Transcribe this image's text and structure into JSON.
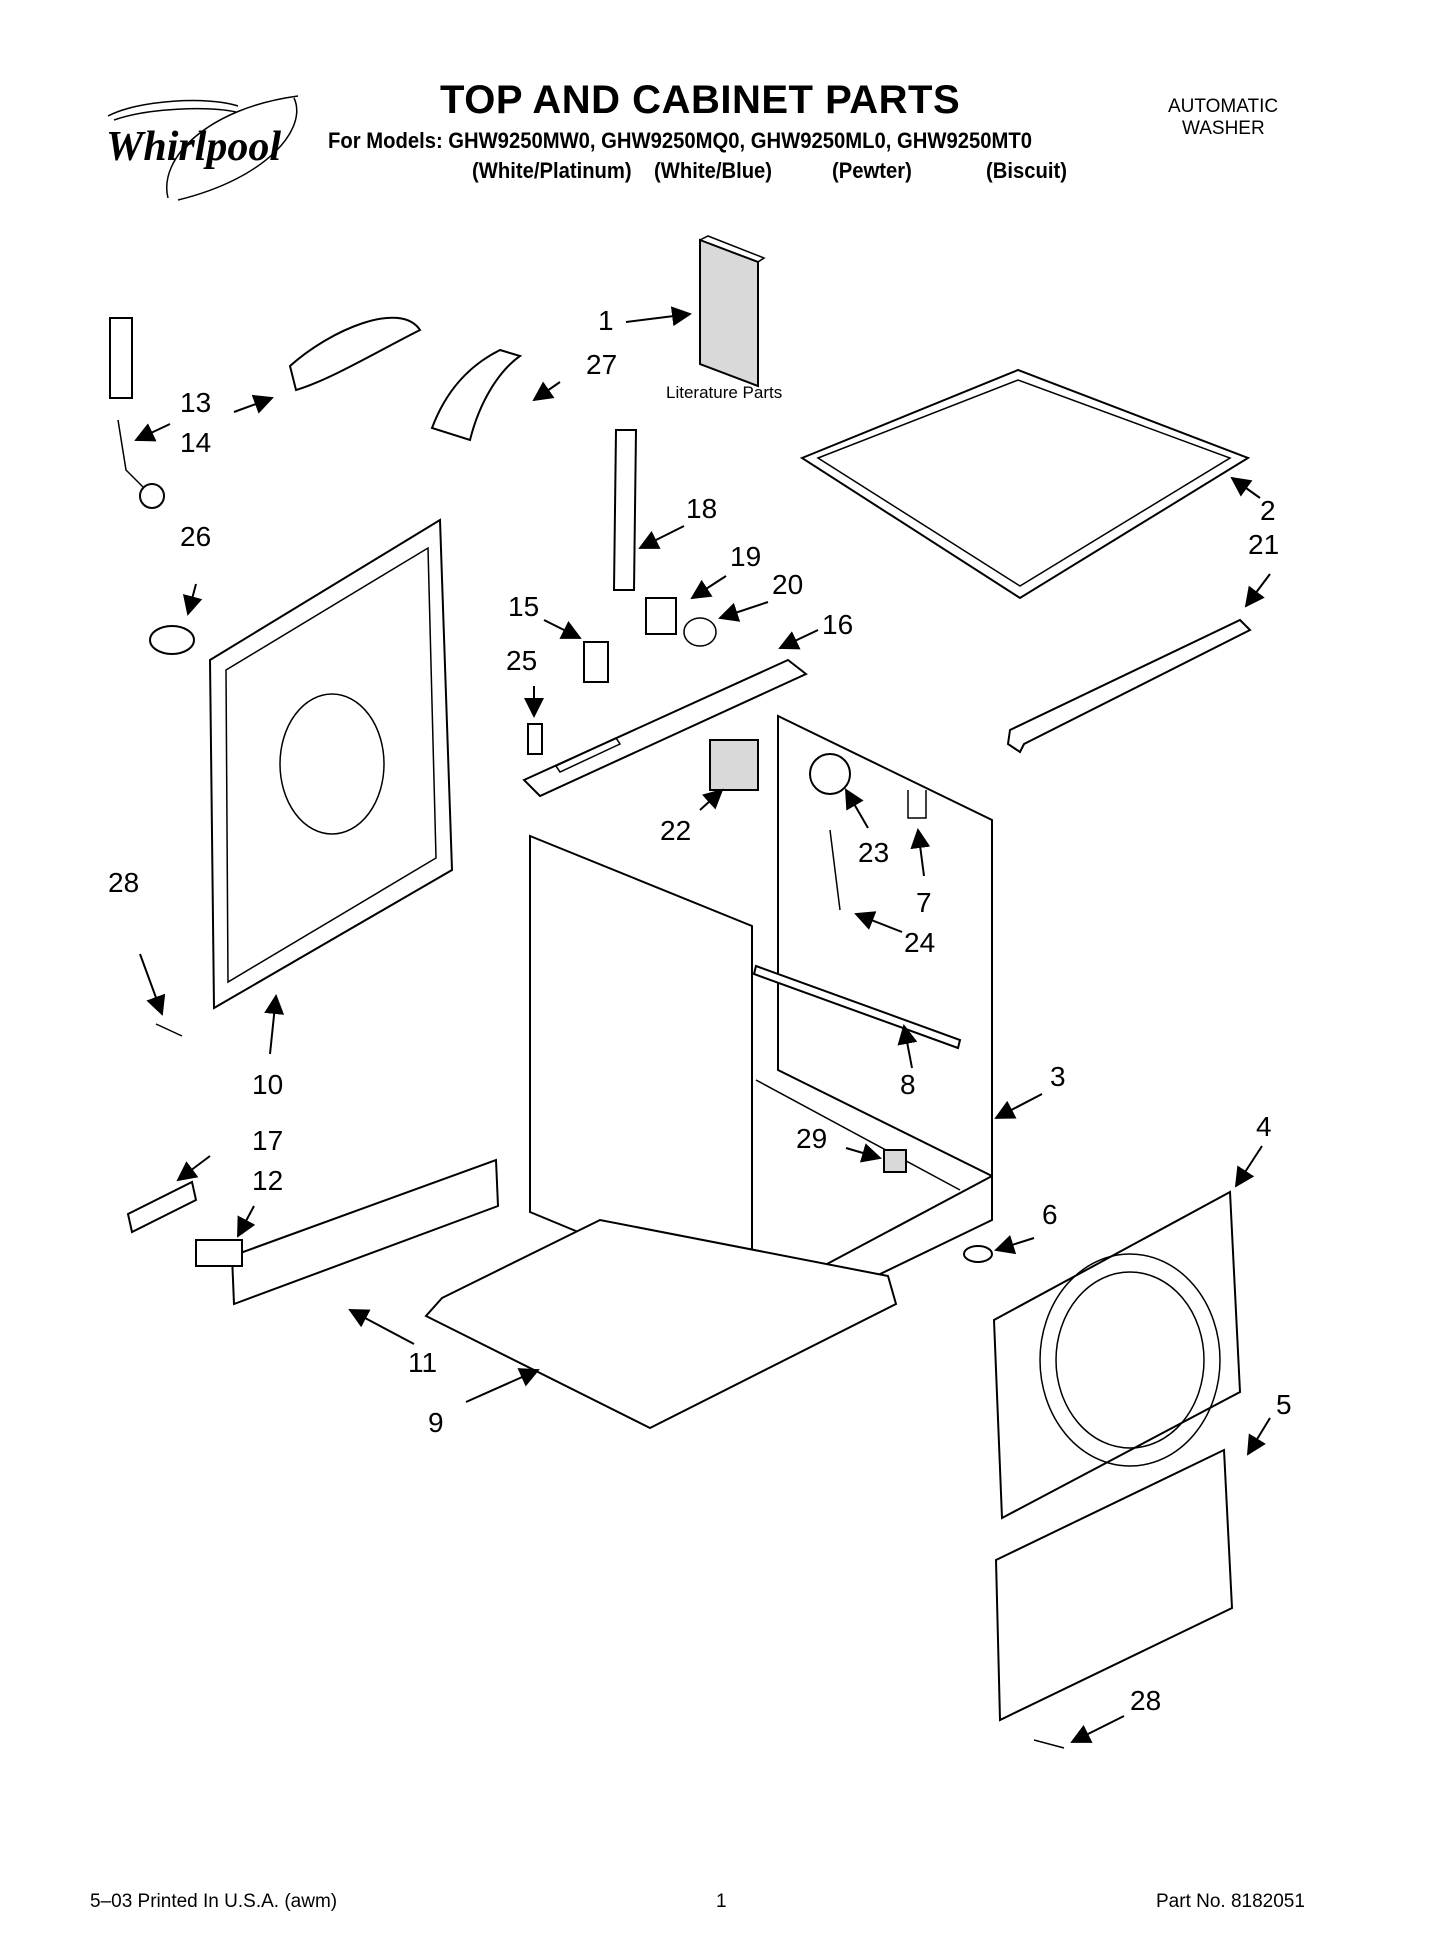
{
  "brand": "Whirlpool",
  "title": "TOP AND CABINET PARTS",
  "models_prefix": "For Models:",
  "models": "GHW9250MW0, GHW9250MQ0, GHW9250ML0, GHW9250MT0",
  "variants": [
    "(White/Platinum)",
    "(White/Blue)",
    "(Pewter)",
    "(Biscuit)"
  ],
  "product_type": [
    "AUTOMATIC",
    "WASHER"
  ],
  "literature_label": "Literature Parts",
  "callouts": [
    "1",
    "2",
    "3",
    "4",
    "5",
    "6",
    "7",
    "8",
    "9",
    "10",
    "11",
    "12",
    "13",
    "14",
    "15",
    "16",
    "17",
    "18",
    "19",
    "20",
    "21",
    "22",
    "23",
    "24",
    "25",
    "26",
    "27",
    "28",
    "28",
    "29"
  ],
  "footer": {
    "left": "5–03 Printed In U.S.A. (awm)",
    "center": "1",
    "right": "Part No. 8182051"
  }
}
